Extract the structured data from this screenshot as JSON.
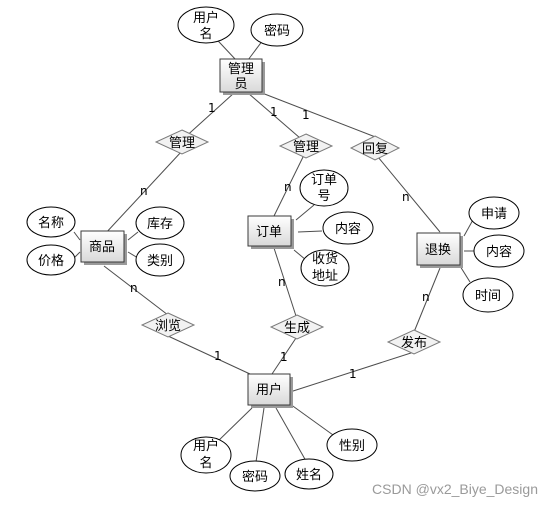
{
  "entities": {
    "admin": "管理员",
    "product": "商品",
    "order": "订单",
    "refund": "退换",
    "user": "用户"
  },
  "attributes": {
    "admin_username": "用户名",
    "admin_password": "密码",
    "product_name": "名称",
    "product_price": "价格",
    "product_stock": "库存",
    "product_category": "类别",
    "order_number": "订单号",
    "order_content": "内容",
    "order_address": "收货地址",
    "refund_apply": "申请",
    "refund_content": "内容",
    "refund_time": "时间",
    "user_username": "用户名",
    "user_password": "密码",
    "user_name": "姓名",
    "user_gender": "性别"
  },
  "relationships": {
    "manage_product": "管理",
    "manage_order": "管理",
    "reply": "回复",
    "browse": "浏览",
    "generate": "生成",
    "publish": "发布"
  },
  "cardinalities": {
    "admin_manage_product": "1",
    "manage_product_product": "n",
    "admin_manage_order": "1",
    "manage_order_order": "n",
    "admin_reply": "1",
    "reply_refund": "n",
    "product_browse": "n",
    "browse_user": "1",
    "order_generate": "n",
    "generate_user": "1",
    "refund_publish": "n",
    "publish_user": "1"
  },
  "watermark": "CSDN @vx2_Biye_Design"
}
